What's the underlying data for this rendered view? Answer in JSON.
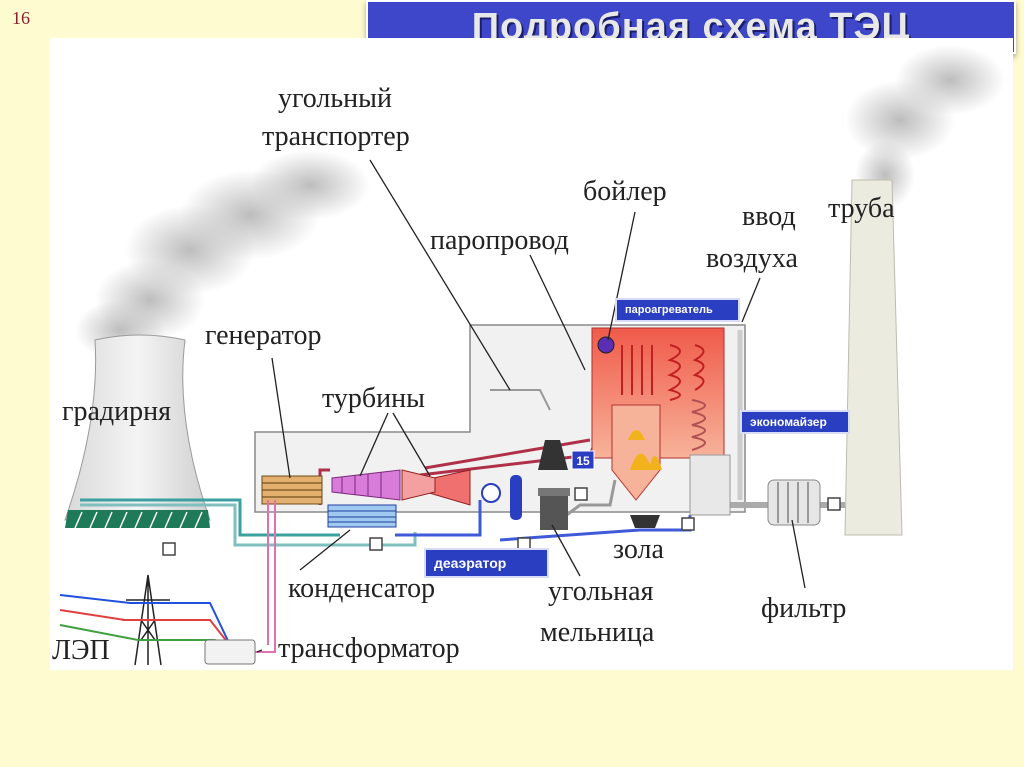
{
  "slide": {
    "number": "16",
    "title": "Подробная схема ТЭЦ"
  },
  "labels": {
    "coal_conveyor_1": "угольный",
    "coal_conveyor_2": "транспортер",
    "boiler": "бойлер",
    "air_inlet_1": "ввод",
    "air_inlet_2": "воздуха",
    "chimney": "труба",
    "steam_line": "паропровод",
    "generator": "генератор",
    "turbines": "турбины",
    "cooling_tower": "градирня",
    "ash": "зола",
    "condenser": "конденсатор",
    "coal_mill_1": "угольная",
    "coal_mill_2": "мельница",
    "filter": "фильтр",
    "power_line": "ЛЭП",
    "transformer": "трансформатор"
  },
  "boxes": {
    "superheater": "пароагреватель",
    "economizer": "экономайзер",
    "deaerator": "деаэратор"
  },
  "markers": {
    "pump_15": "15"
  },
  "colors": {
    "title_bg": "#3e46c9",
    "box_bg": "#2a3ec2",
    "hot": "#f06a5a",
    "water": "#3f5ad8",
    "steam": "#b0304a"
  }
}
